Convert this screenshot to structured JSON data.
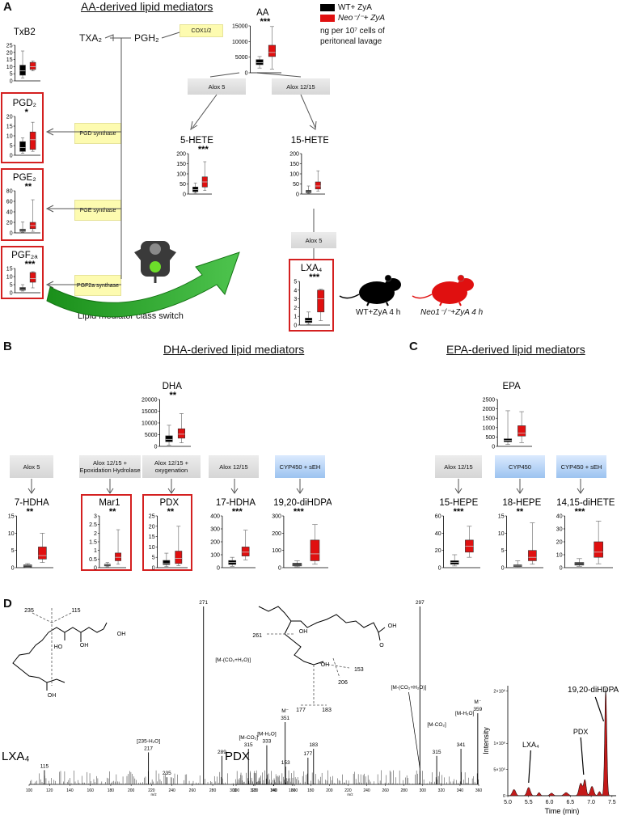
{
  "panels": {
    "A": "A",
    "B": "B",
    "C": "C",
    "D": "D"
  },
  "titles": {
    "aa": "AA-derived lipid mediators",
    "dha": "DHA-derived lipid mediators",
    "epa": "EPA-derived lipid mediators"
  },
  "legend": {
    "wt": "WT+ ZyA",
    "neo": "Neo⁻/⁻+ ZyA",
    "units": "ng per 10⁷ cells of peritoneal lavage",
    "colors": {
      "wt": "#000000",
      "neo": "#e01010"
    }
  },
  "nodes": {
    "txa2": "TXA₂",
    "pgh2": "PGH₂",
    "cox": "COX1/2",
    "pgd_syn": "PGD synthase",
    "pge_syn": "PGE synthase",
    "pgf_syn": "PGF2a synthase",
    "alox5": "Alox 5",
    "alox1215": "Alox 12/15",
    "alox5b": "Alox 5",
    "switch": "Lipid mediator class switch",
    "mouse_wt": "WT+ZyA 4 h",
    "mouse_neo": "Neo1⁻/⁻+ZyA 4 h",
    "b_e1": "Alox 5",
    "b_e2": "Alox 12/15 + Epoxidation Hydrolase",
    "b_e3": "Alox 12/15 + oxygenation",
    "b_e4": "Alox 12/15",
    "b_e5": "CYP450 + sEH",
    "c_e1": "Alox 12/15",
    "c_e2": "CYP450",
    "c_e3": "CYP450 + sEH"
  },
  "plots": [
    {
      "id": "aa",
      "label": "AA",
      "sig": "***",
      "ticks": [
        0,
        5000,
        10000,
        15000
      ],
      "wt": {
        "min": 1500,
        "q1": 2600,
        "med": 3200,
        "q3": 4200,
        "max": 5200
      },
      "neo": {
        "min": 1200,
        "q1": 5200,
        "med": 6500,
        "q3": 8800,
        "max": 14800
      }
    },
    {
      "id": "txb2",
      "label": "TxB2",
      "sig": "",
      "ticks": [
        0,
        5,
        10,
        15,
        20,
        25
      ],
      "wt": {
        "min": 2,
        "q1": 4,
        "med": 7,
        "q3": 11,
        "max": 21
      },
      "neo": {
        "min": 7,
        "q1": 8,
        "med": 10,
        "q3": 13,
        "max": 14
      }
    },
    {
      "id": "pgd2",
      "label": "PGD₂",
      "sig": "*",
      "ticks": [
        0,
        5,
        10,
        15,
        20
      ],
      "wt": {
        "min": 1,
        "q1": 2,
        "med": 4,
        "q3": 7,
        "max": 9
      },
      "neo": {
        "min": 2,
        "q1": 3,
        "med": 8,
        "q3": 12,
        "max": 17
      }
    },
    {
      "id": "pge2",
      "label": "PGE₂",
      "sig": "**",
      "ticks": [
        0,
        20,
        40,
        60,
        80
      ],
      "wt": {
        "min": 1,
        "q1": 3,
        "med": 5,
        "q3": 7,
        "max": 21
      },
      "neo": {
        "min": 3,
        "q1": 8,
        "med": 14,
        "q3": 20,
        "max": 63
      }
    },
    {
      "id": "pgf2a",
      "label": "PGF₂ₐ",
      "sig": "***",
      "ticks": [
        0,
        5,
        10,
        15
      ],
      "wt": {
        "min": 1,
        "q1": 1.6,
        "med": 2.2,
        "q3": 3.2,
        "max": 5
      },
      "neo": {
        "min": 3,
        "q1": 6.5,
        "med": 8.8,
        "q3": 12.5,
        "max": 13
      }
    },
    {
      "id": "hete5",
      "label": "5-HETE",
      "sig": "***",
      "ticks": [
        0,
        50,
        100,
        150,
        200
      ],
      "wt": {
        "min": 5,
        "q1": 12,
        "med": 22,
        "q3": 35,
        "max": 55
      },
      "neo": {
        "min": 18,
        "q1": 35,
        "med": 60,
        "q3": 85,
        "max": 160
      }
    },
    {
      "id": "hete15",
      "label": "15-HETE",
      "sig": "",
      "ticks": [
        0,
        50,
        100,
        150,
        200
      ],
      "wt": {
        "min": 3,
        "q1": 7,
        "med": 12,
        "q3": 18,
        "max": 40
      },
      "neo": {
        "min": 15,
        "q1": 25,
        "med": 40,
        "q3": 60,
        "max": 115
      }
    },
    {
      "id": "lxa4",
      "label": "LXA₄",
      "sig": "***",
      "ticks": [
        0,
        1,
        2,
        3,
        4,
        5
      ],
      "wt": {
        "min": 0.1,
        "q1": 0.3,
        "med": 0.5,
        "q3": 0.8,
        "max": 1.5
      },
      "neo": {
        "min": 0.5,
        "q1": 1.5,
        "med": 3,
        "q3": 4,
        "max": 4.1
      }
    },
    {
      "id": "dha",
      "label": "DHA",
      "sig": "**",
      "ticks": [
        0,
        5000,
        10000,
        15000,
        20000
      ],
      "wt": {
        "min": 500,
        "q1": 2000,
        "med": 3000,
        "q3": 4500,
        "max": 9000
      },
      "neo": {
        "min": 1500,
        "q1": 3500,
        "med": 5200,
        "q3": 7500,
        "max": 14000
      }
    },
    {
      "id": "hdha7",
      "label": "7-HDHA",
      "sig": "**",
      "ticks": [
        0,
        5,
        10,
        15
      ],
      "wt": {
        "min": 0,
        "q1": 0.2,
        "med": 0.5,
        "q3": 0.8,
        "max": 1.2
      },
      "neo": {
        "min": 1.5,
        "q1": 2.5,
        "med": 3.5,
        "q3": 6,
        "max": 10
      }
    },
    {
      "id": "mar1",
      "label": "Mar1",
      "sig": "**",
      "ticks": [
        0,
        0.5,
        1.0,
        1.5,
        2.0,
        2.5,
        3.0
      ],
      "wt": {
        "min": 0.05,
        "q1": 0.1,
        "med": 0.15,
        "q3": 0.2,
        "max": 0.3
      },
      "neo": {
        "min": 0.2,
        "q1": 0.4,
        "med": 0.6,
        "q3": 0.85,
        "max": 2.2
      }
    },
    {
      "id": "pdx",
      "label": "PDX",
      "sig": "**",
      "ticks": [
        0,
        5,
        10,
        15,
        20,
        25
      ],
      "wt": {
        "min": 0.5,
        "q1": 1.5,
        "med": 2,
        "q3": 3.5,
        "max": 7
      },
      "neo": {
        "min": 1,
        "q1": 2,
        "med": 4.5,
        "q3": 8,
        "max": 20
      }
    },
    {
      "id": "hdha17",
      "label": "17-HDHA",
      "sig": "***",
      "ticks": [
        0,
        100,
        200,
        300,
        400
      ],
      "wt": {
        "min": 10,
        "q1": 25,
        "med": 40,
        "q3": 55,
        "max": 80
      },
      "neo": {
        "min": 60,
        "q1": 90,
        "med": 120,
        "q3": 160,
        "max": 290
      }
    },
    {
      "id": "dihdpa",
      "label": "19,20-diHDPA",
      "sig": "***",
      "ticks": [
        0,
        100,
        200,
        300
      ],
      "wt": {
        "min": 5,
        "q1": 10,
        "med": 15,
        "q3": 25,
        "max": 40
      },
      "neo": {
        "min": 20,
        "q1": 40,
        "med": 80,
        "q3": 160,
        "max": 250
      }
    },
    {
      "id": "epa",
      "label": "EPA",
      "sig": "",
      "ticks": [
        0,
        500,
        1000,
        1500,
        2000,
        2500
      ],
      "wt": {
        "min": 100,
        "q1": 250,
        "med": 320,
        "q3": 400,
        "max": 1900
      },
      "neo": {
        "min": 200,
        "q1": 550,
        "med": 700,
        "q3": 1100,
        "max": 1850
      }
    },
    {
      "id": "hepe15",
      "label": "15-HEPE",
      "sig": "***",
      "ticks": [
        0,
        20,
        40,
        60
      ],
      "wt": {
        "min": 2,
        "q1": 4,
        "med": 6,
        "q3": 8,
        "max": 15
      },
      "neo": {
        "min": 12,
        "q1": 18,
        "med": 25,
        "q3": 32,
        "max": 48
      }
    },
    {
      "id": "hepe18",
      "label": "18-HEPE",
      "sig": "**",
      "ticks": [
        0,
        5,
        10,
        15
      ],
      "wt": {
        "min": 0.1,
        "q1": 0.3,
        "med": 0.5,
        "q3": 0.8,
        "max": 2
      },
      "neo": {
        "min": 1,
        "q1": 2,
        "med": 3,
        "q3": 5,
        "max": 13
      }
    },
    {
      "id": "dihete",
      "label": "14,15-diHETE",
      "sig": "***",
      "ticks": [
        0,
        10,
        20,
        30,
        40
      ],
      "wt": {
        "min": 1,
        "q1": 2,
        "med": 3,
        "q3": 4,
        "max": 7
      },
      "neo": {
        "min": 3,
        "q1": 8,
        "med": 12,
        "q3": 20,
        "max": 36
      }
    }
  ],
  "spectra": {
    "lxa4": {
      "name": "LXA₄",
      "frag_a": "235",
      "frag_b": "115",
      "peaks": [
        {
          "mz": 115,
          "rel": 0.08,
          "label": "115"
        },
        {
          "mz": 217,
          "rel": 0.18,
          "label": "[235-H₂O]\n217"
        },
        {
          "mz": 235,
          "rel": 0.04,
          "label": "235"
        },
        {
          "mz": 271,
          "rel": 1.0,
          "label": "271"
        },
        {
          "mz": 289,
          "rel": 0.16,
          "label": "289"
        },
        {
          "mz": 315,
          "rel": 0.2,
          "label": "[M-CO₂]\n315"
        },
        {
          "mz": 333,
          "rel": 0.22,
          "label": "[M-H₂O]\n333"
        },
        {
          "mz": 351,
          "rel": 0.35,
          "label": "M⁻\n351"
        }
      ],
      "mid_label": "[M-(CO₂+H₂O)]",
      "xticks": [
        100,
        120,
        140,
        160,
        180,
        200,
        220,
        240,
        260,
        280,
        300,
        320,
        340,
        360
      ],
      "xunit": "m/z"
    },
    "pdx": {
      "name": "PDX",
      "frag_a": "261",
      "frag_b": "153",
      "frag_c": "206",
      "frag_d": "177",
      "frag_e": "183",
      "peaks": [
        {
          "mz": 153,
          "rel": 0.1,
          "label": "153"
        },
        {
          "mz": 177,
          "rel": 0.15,
          "label": "177"
        },
        {
          "mz": 183,
          "rel": 0.2,
          "label": "183"
        },
        {
          "mz": 297,
          "rel": 1.0,
          "label": "297"
        },
        {
          "mz": 315,
          "rel": 0.16,
          "label": "315"
        },
        {
          "mz": 341,
          "rel": 0.2,
          "label": "341"
        },
        {
          "mz": 359,
          "rel": 0.4,
          "label": "M⁻\n359"
        }
      ],
      "ann1": "[M-(CO₂+H₂O)]",
      "ann2": "[M-CO₂]",
      "ann3": "[M-H₂O]",
      "xticks": [
        100,
        120,
        140,
        160,
        180,
        200,
        220,
        240,
        260,
        280,
        300,
        320,
        340,
        360
      ],
      "xunit": "m/z"
    }
  },
  "chromatogram": {
    "ylabel": "Intensity",
    "xlabel": "Time (min)",
    "xticks": [
      "5.0",
      "5.5",
      "6.0",
      "6.5",
      "7.0",
      "7.5"
    ],
    "yticks": [
      "0",
      "5×10⁵",
      "1×10⁶",
      "2×10⁶"
    ],
    "peak_labels": {
      "lxa4": "LXA₄",
      "pdx": "PDX",
      "dihdpa": "19,20-diHDPA"
    },
    "fill": "#c41a1a"
  }
}
